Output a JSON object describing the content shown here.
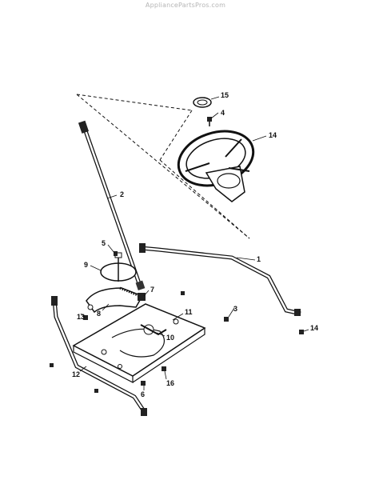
{
  "watermark": "AppliancePartsPros.com",
  "callouts": [
    "1",
    "2",
    "3",
    "4",
    "5",
    "6",
    "7",
    "8",
    "9",
    "10",
    "11",
    "12",
    "13",
    "14",
    "14",
    "15",
    "16"
  ]
}
